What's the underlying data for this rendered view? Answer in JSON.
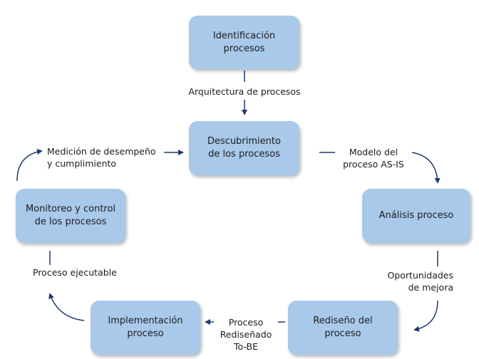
{
  "nodes": {
    "identificacion": "Identificación\nprocesos",
    "descubrimiento": "Descubrimiento\nde los procesos",
    "analisis": "Análisis proceso",
    "rediseno": "Rediseño del proceso",
    "implementacion": "Implementación\nproceso",
    "monitoreo": "Monitoreo y control\nde los procesos"
  },
  "edges": {
    "arquitectura": "Arquitectura de procesos",
    "modelo": "Modelo del\nproceso AS-IS",
    "oportunidades": "Oportunidades\nde mejora",
    "to_be": "Proceso\nRediseñado\nTo-BE",
    "ejecutable": "Proceso ejecutable",
    "medicion": "Medición de desempeño\ny cumplimiento"
  },
  "colors": {
    "node_fill": "#a9c9eb",
    "arrow": "#1f3a6e"
  }
}
